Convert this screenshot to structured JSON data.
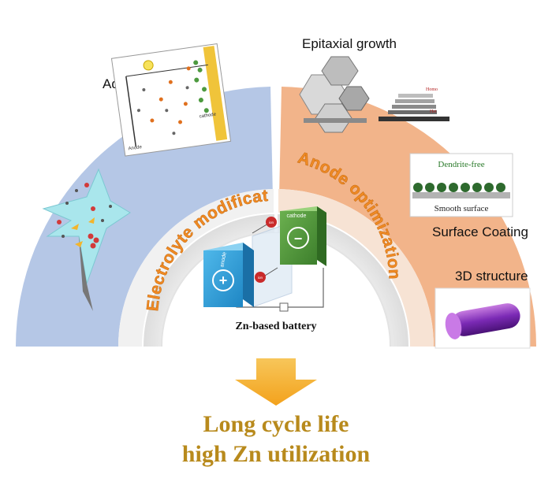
{
  "left_section": {
    "ring_title": "Electrolyte modification",
    "item": "Additive",
    "diagram_labels": {
      "anode": "Anode",
      "cathode": "cathode"
    }
  },
  "right_section": {
    "ring_title": "Anode optimization",
    "items": [
      "Epitaxial growth",
      "Surface Coating",
      "3D structure"
    ],
    "epitaxial_labels": [
      "Homo",
      "Het"
    ],
    "coating_labels": {
      "top": "Dendrite-free",
      "bottom": "Smooth surface"
    }
  },
  "center": {
    "caption": "Zn-based battery",
    "anode": "anode",
    "cathode": "cathode",
    "ion": "ion",
    "plus": "+",
    "minus": "−"
  },
  "result": {
    "line1": "Long cycle life",
    "line2": "high Zn utilization"
  },
  "colors": {
    "left_outer": "#b5c7e6",
    "right_outer": "#f2b48a",
    "ring_inner": "#e8e8e8",
    "ring_title": "#f08a24",
    "anode_block": "#2ea3dc",
    "cathode_block": "#4e9a3a",
    "arrow": "#f5b73a",
    "result_text": "#b88a1c"
  },
  "icons": [
    "arrow-down-icon",
    "lightbulb-icon",
    "ion-sphere-icon"
  ]
}
